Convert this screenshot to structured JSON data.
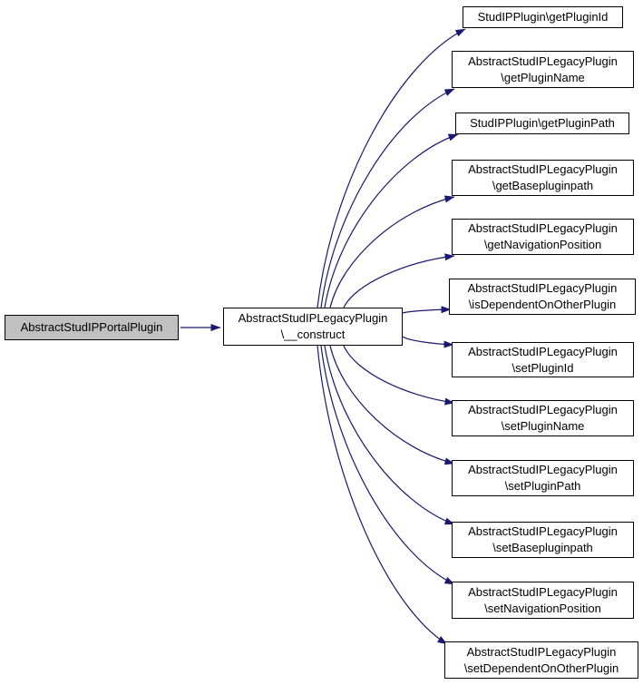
{
  "diagram": {
    "type": "call-graph",
    "caller": {
      "line1": "AbstractStudIPPortalPlugin"
    },
    "center": {
      "line1": "AbstractStudIPLegacyPlugin",
      "line2": "\\__construct"
    },
    "callees": [
      {
        "line1": "StudIPPlugin\\getPluginId",
        "line2": ""
      },
      {
        "line1": "AbstractStudIPLegacyPlugin",
        "line2": "\\getPluginName"
      },
      {
        "line1": "StudIPPlugin\\getPluginPath",
        "line2": ""
      },
      {
        "line1": "AbstractStudIPLegacyPlugin",
        "line2": "\\getBasepluginpath"
      },
      {
        "line1": "AbstractStudIPLegacyPlugin",
        "line2": "\\getNavigationPosition"
      },
      {
        "line1": "AbstractStudIPLegacyPlugin",
        "line2": "\\isDependentOnOtherPlugin"
      },
      {
        "line1": "AbstractStudIPLegacyPlugin",
        "line2": "\\setPluginId"
      },
      {
        "line1": "AbstractStudIPLegacyPlugin",
        "line2": "\\setPluginName"
      },
      {
        "line1": "AbstractStudIPLegacyPlugin",
        "line2": "\\setPluginPath"
      },
      {
        "line1": "AbstractStudIPLegacyPlugin",
        "line2": "\\setBasepluginpath"
      },
      {
        "line1": "AbstractStudIPLegacyPlugin",
        "line2": "\\setNavigationPosition"
      },
      {
        "line1": "AbstractStudIPLegacyPlugin",
        "line2": "\\setDependentOnOtherPlugin"
      }
    ],
    "colors": {
      "edge": "#191970",
      "node_border": "#000000",
      "node_fill": "#ffffff",
      "caller_fill": "#c0c0c0",
      "background": "#ffffff"
    }
  }
}
